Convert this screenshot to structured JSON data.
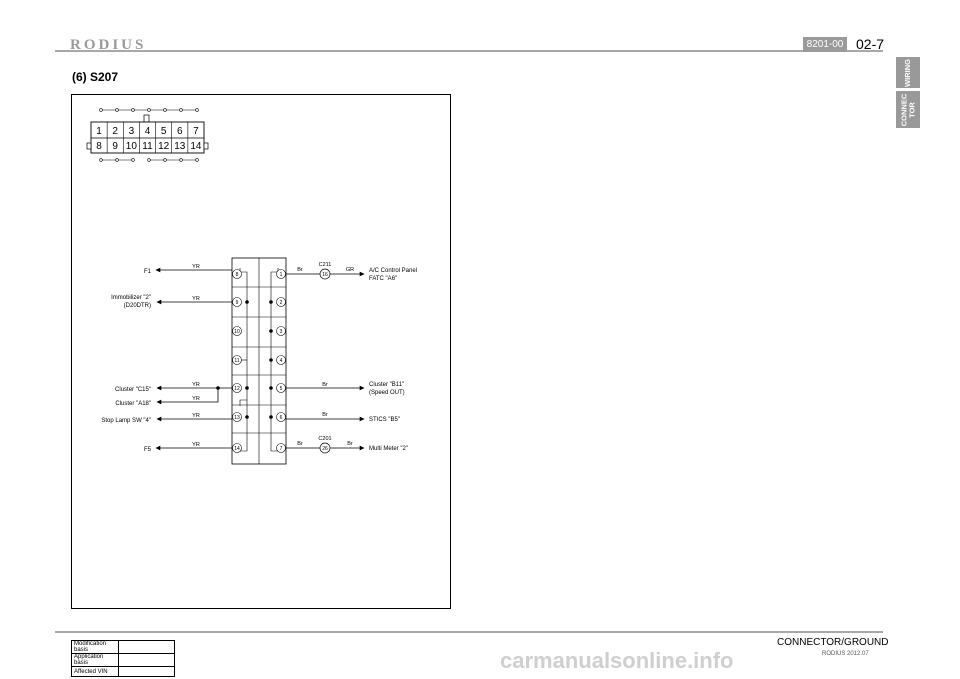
{
  "header": {
    "brand": "RODIUS",
    "section_code": "8201-00",
    "page_number": "02-7"
  },
  "side_tabs": [
    "WIRING",
    "CONNEC\nTOR"
  ],
  "section_title": "(6) S207",
  "connector_face": {
    "top_row": [
      "1",
      "2",
      "3",
      "4",
      "5",
      "6",
      "7"
    ],
    "bottom_row": [
      "8",
      "9",
      "10",
      "11",
      "12",
      "13",
      "14"
    ]
  },
  "pins": {
    "left": [
      "8",
      "9",
      "10",
      "11",
      "12",
      "13",
      "14"
    ],
    "right": [
      "1",
      "2",
      "3",
      "4",
      "5",
      "6",
      "7"
    ]
  },
  "left_circuits": [
    {
      "label": "F1",
      "wire": "YR"
    },
    {
      "label": "Immobilizer \"2\"",
      "label2": "(D20DTR)",
      "wire": "YR"
    },
    {
      "label": "Cluster \"C15\"",
      "wire": "YR"
    },
    {
      "label": "Cluster \"A18\"",
      "wire": "YR"
    },
    {
      "label": "Stop Lamp SW \"4\"",
      "wire": "YR"
    },
    {
      "label": "F5",
      "wire": "YR"
    }
  ],
  "right_circuits": [
    {
      "wire": "Br",
      "connector": "C211",
      "pin": "16",
      "wire2": "GR",
      "label": "A/C Control Panel",
      "label2": "FATC \"A6\""
    },
    {
      "wire": "Br",
      "label": "Cluster \"B11\"",
      "label2": "(Speed OUT)"
    },
    {
      "wire": "Br",
      "label": "STICS \"B5\""
    },
    {
      "wire": "Br",
      "connector": "C201",
      "pin": "26",
      "wire2": "Br",
      "label": "Multi Meter \"2\""
    }
  ],
  "footer": {
    "title": "CONNECTOR/GROUND",
    "subtitle": "RODIUS 2012.07",
    "rows": [
      "Modification basis",
      "Application basis",
      "Affected VIN"
    ],
    "watermark": "carmanualsonline.info"
  }
}
